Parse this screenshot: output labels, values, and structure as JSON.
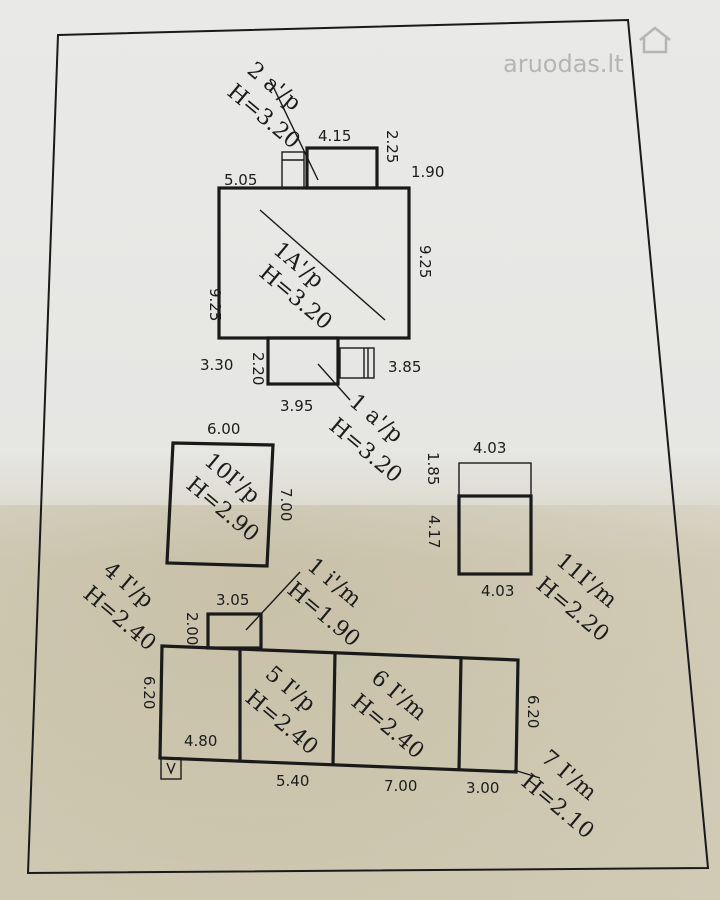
{
  "watermark": {
    "text": "aruodas.lt"
  },
  "buildings": {
    "b1": {
      "label_line1": "1A'/p",
      "label_line2": "H=3.20",
      "dims": {
        "left": "9.25",
        "right": "9.25",
        "top_left": "5.05",
        "bottom_left": "3.30",
        "bottom_right": "3.85"
      }
    },
    "b2": {
      "label_line1": "2 a'/p",
      "label_line2": "H=3.20",
      "dims": {
        "width": "4.15",
        "depth": "2.25",
        "side": "1.90"
      }
    },
    "b3": {
      "label_line1": "1 a'/p",
      "label_line2": "H=3.20",
      "dims": {
        "width": "3.95",
        "depth": "2.20"
      }
    },
    "b10": {
      "label_line1": "10I'/p",
      "label_line2": "H=2.90",
      "dims": {
        "width": "6.00",
        "depth": "7.00"
      }
    },
    "b11": {
      "label_line1": "11I'/m",
      "label_line2": "H=2.20",
      "dims": {
        "top_width": "4.03",
        "top_depth": "1.85",
        "depth": "4.17",
        "bottom_width": "4.03"
      }
    },
    "b4": {
      "label_line1": "4 I'/p",
      "label_line2": "H=2.40",
      "dims": {
        "height": "6.20",
        "width": "4.80"
      }
    },
    "b1i": {
      "label_line1": "1 i'/m",
      "label_line2": "H=1.90",
      "dims": {
        "width": "3.05",
        "depth": "2.00"
      }
    },
    "b5": {
      "label_line1": "5 I'/p",
      "label_line2": "H=2.40",
      "dims": {
        "width": "5.40"
      }
    },
    "b6": {
      "label_line1": "6 I'/m",
      "label_line2": "H=2.40",
      "dims": {
        "width": "7.00"
      }
    },
    "b7": {
      "label_line1": "7 I'/m",
      "label_line2": "H=2.10",
      "dims": {
        "width": "3.00",
        "height": "6.20"
      }
    }
  }
}
